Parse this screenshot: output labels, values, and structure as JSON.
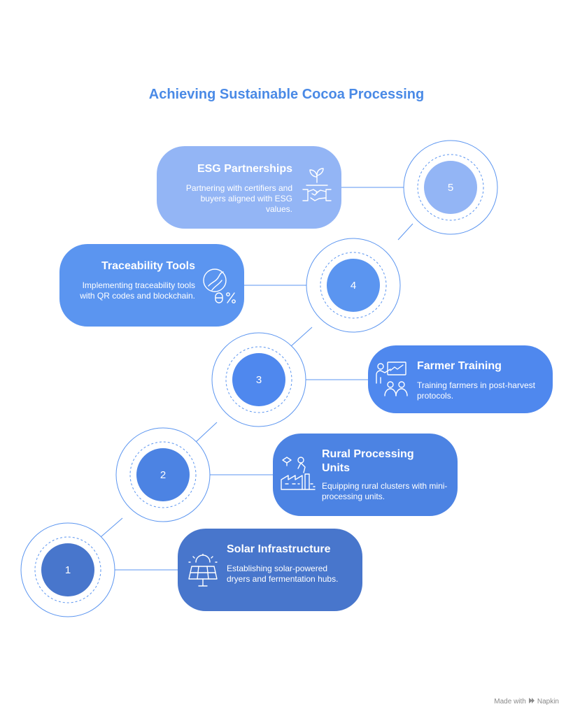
{
  "title": "Achieving Sustainable Cocoa Processing",
  "colors": {
    "title": "#4a8ae6",
    "step5": "#93b5f5",
    "step4": "#5b95f0",
    "step3": "#4f88ee",
    "step2": "#4c83e3",
    "step1": "#4876cc",
    "connector": "#5b95f0"
  },
  "steps": [
    {
      "number": "1",
      "title": "Solar Infrastructure",
      "description": "Establishing solar-powered dryers and fermentation hubs.",
      "icon": "solar-panel-icon"
    },
    {
      "number": "2",
      "title": "Rural Processing Units",
      "description": "Equipping rural clusters with mini-processing units.",
      "icon": "factory-icon"
    },
    {
      "number": "3",
      "title": "Farmer Training",
      "description": "Training farmers in post-harvest protocols.",
      "icon": "presentation-icon"
    },
    {
      "number": "4",
      "title": "Traceability Tools",
      "description": "Implementing traceability tools with QR codes and blockchain.",
      "icon": "data-tag-icon"
    },
    {
      "number": "5",
      "title": "ESG Partnerships",
      "description": "Partnering with certifiers and buyers aligned with ESG values.",
      "icon": "handshake-plant-icon"
    }
  ],
  "watermark": {
    "prefix": "Made with",
    "brand": "Napkin"
  }
}
